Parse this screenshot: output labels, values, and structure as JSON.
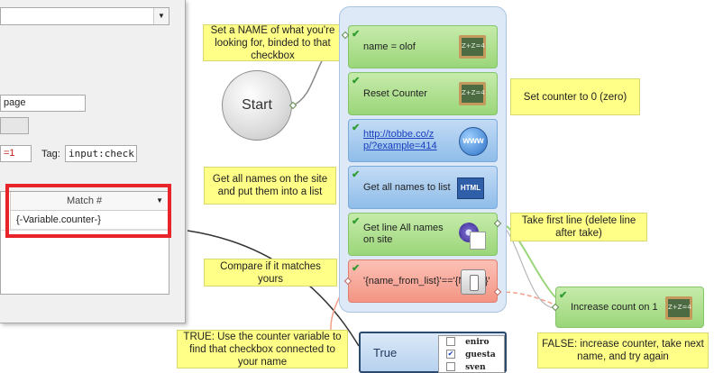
{
  "dialog": {
    "page_field": "page",
    "counter_field": "=1",
    "tag_label": "Tag:",
    "tag_value": "input:check",
    "grid_header": "Match #",
    "grid_cell": "{-Variable.counter-}"
  },
  "start": {
    "label": "Start"
  },
  "notes": {
    "name_note": "Set a NAME of what you're looking for, binded to that checkbox",
    "get_names_note": "Get all names on the site and put them into a list",
    "compare_note": "Compare if it matches yours",
    "true_note": "TRUE: Use the counter variable to find that checkbox connected to your name",
    "reset_note": "Set counter to 0 (zero)",
    "take_note": "Take first line (delete line after take)",
    "false_note": "FALSE: increase counter, take next name, and try again"
  },
  "steps": {
    "name": "name = olof",
    "reset": "Reset Counter",
    "url": "http://tobbe.co/zp/?example=414",
    "get_all": "Get all names to list",
    "get_line": "Get line All names on site",
    "compare": "'{name_from_list}'=='{Name}'",
    "increase": "Increase count on 1"
  },
  "icons": {
    "chalk_text": "Z+Z=4",
    "html_text": "HTML",
    "www_text": "www"
  },
  "true_node": {
    "label": "True",
    "rows": [
      {
        "text": "eniro",
        "checked": false
      },
      {
        "text": "guesta",
        "checked": true
      },
      {
        "text": "sven",
        "checked": false
      }
    ]
  },
  "colors": {
    "note": "#ffff88",
    "highlight": "#e8232a",
    "green": "#9bd67a",
    "red": "#f39584",
    "blue": "#8fbde9"
  }
}
